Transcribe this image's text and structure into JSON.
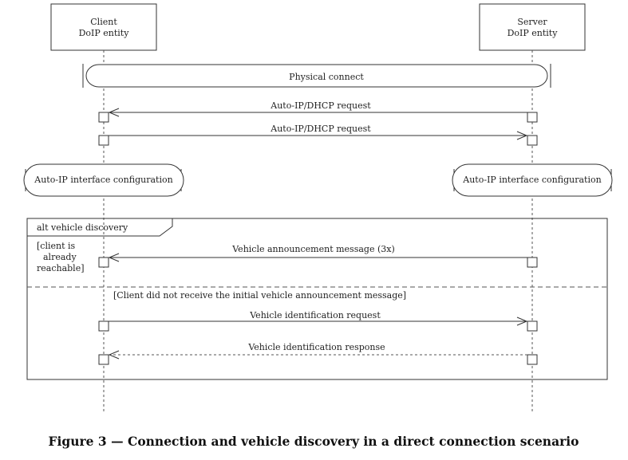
{
  "participants": {
    "client": {
      "line1": "Client",
      "line2": "DoIP entity"
    },
    "server": {
      "line1": "Server",
      "line2": "DoIP entity"
    }
  },
  "states": {
    "physical_connect": "Physical connect",
    "client_autoip": "Auto-IP interface configuration",
    "server_autoip": "Auto-IP interface configuration"
  },
  "messages": {
    "dhcp_request_1": "Auto-IP/DHCP request",
    "dhcp_request_2": "Auto-IP/DHCP request",
    "announcement": "Vehicle announcement message (3x)",
    "ident_request": "Vehicle identification request",
    "ident_response": "Vehicle identification response"
  },
  "fragment": {
    "label": "alt vehicle discovery",
    "guard1_lines": [
      "[client is",
      "already",
      "reachable]"
    ],
    "guard2": "[Client did not receive the initial vehicle announcement  message]"
  },
  "caption": "Figure 3 — Connection and vehicle discovery in a direct connection scenario"
}
